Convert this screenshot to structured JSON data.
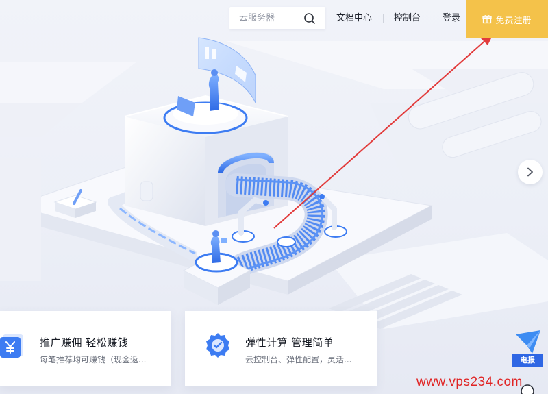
{
  "header": {
    "search": {
      "placeholder": "云服务器"
    },
    "nav": {
      "docs": "文档中心",
      "console": "控制台",
      "login": "登录"
    },
    "register_label": "免费注册"
  },
  "cards": [
    {
      "title": "推广赚佣 轻松赚钱",
      "desc": "每笔推荐均可赚钱（现金返..."
    },
    {
      "title": "弹性计算 管理简单",
      "desc": "云控制台、弹性配置，灵活..."
    }
  ],
  "float_widget": {
    "label": "电报"
  },
  "watermark": "www.vps234.com",
  "colors": {
    "register_bg": "#f4c24a",
    "accent_blue": "#3d7cf2",
    "arrow_red": "#e23b3b",
    "widget_blue": "#2f67e4"
  },
  "icons": {
    "search": "search-icon",
    "gift": "gift-icon",
    "next": "chevron-right-icon",
    "card_1": "yuan-icon",
    "card_2": "gear-icon",
    "widget": "paper-plane-icon",
    "help": "question-icon"
  }
}
